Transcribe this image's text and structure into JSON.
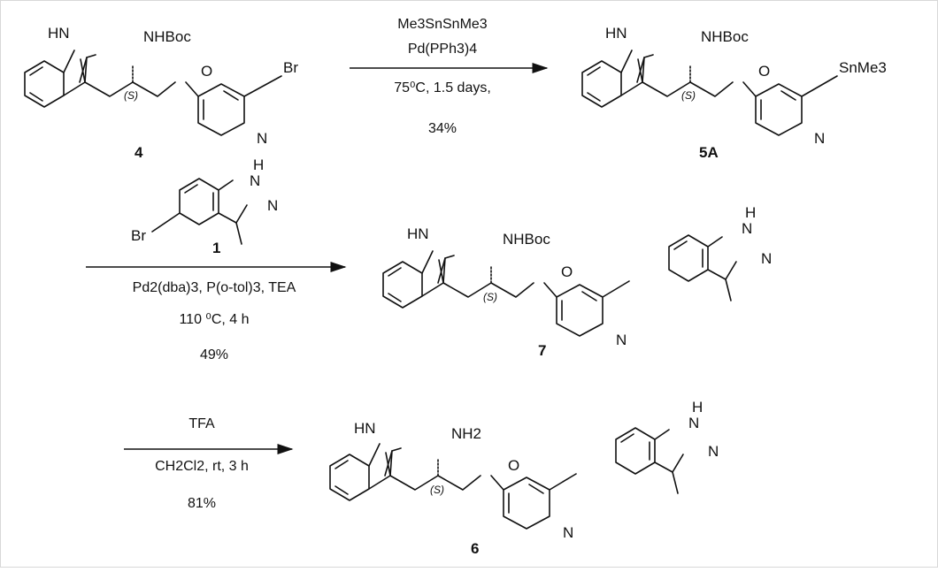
{
  "step1": {
    "reagent_line1": "Me3SnSnMe3",
    "reagent_line2": "Pd(PPh3)4",
    "conditions": "75⁰C, 1.5 days,",
    "yield": "34%"
  },
  "step2": {
    "reagent_label": "1",
    "conditions_line1": "Pd2(dba)3, P(o-tol)3, TEA",
    "conditions_line2": "110 ⁰C, 4 h",
    "yield": "49%"
  },
  "step3": {
    "reagent": "TFA",
    "conditions_line1": "CH2Cl2, rt, 3 h",
    "yield": "81%"
  },
  "compounds": {
    "start": {
      "label": "4"
    },
    "stannane": {
      "label": "5A"
    },
    "boc_product": {
      "label": "7"
    },
    "final": {
      "label": "6"
    }
  },
  "atoms": {
    "indole_nh": "HN",
    "nhboc": "NHBoc",
    "nh2": "NH2",
    "oxygen": "O",
    "pyridine_n": "N",
    "bromine": "Br",
    "stannyl": "SnMe3",
    "indazole_h": "H",
    "indazole_n": "N",
    "stereo": "(S)"
  },
  "colors": {
    "ink": "#111111",
    "background": "#ffffff"
  }
}
